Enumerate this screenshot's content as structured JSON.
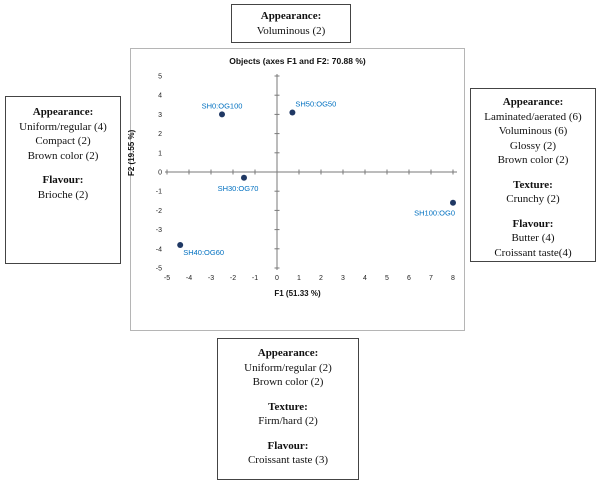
{
  "chart_data": {
    "type": "scatter",
    "title": "Objects (axes F1 and F2: 70.88 %)",
    "xlabel": "F1 (51.33 %)",
    "ylabel": "F2 (19.55 %)",
    "xlim": [
      -5,
      8
    ],
    "ylim": [
      -5,
      5
    ],
    "x_ticks": [
      -5,
      -4,
      -3,
      -2,
      -1,
      0,
      1,
      2,
      3,
      4,
      5,
      6,
      7,
      8
    ],
    "y_ticks": [
      -5,
      -4,
      -3,
      -2,
      -1,
      0,
      1,
      2,
      3,
      4,
      5
    ],
    "grid": false,
    "point_color": "#1F3864",
    "label_color": "#0070C0",
    "axis_color": "#7a7a7a",
    "points": [
      {
        "label": "SH0:OG100",
        "x": -2.5,
        "y": 3.0,
        "anchor": "middle",
        "dx": 0,
        "dy": -6
      },
      {
        "label": "SH50:OG50",
        "x": 0.7,
        "y": 3.1,
        "anchor": "start",
        "dx": 3,
        "dy": -6
      },
      {
        "label": "SH30:OG70",
        "x": -1.5,
        "y": -0.3,
        "anchor": "middle",
        "dx": -6,
        "dy": 13
      },
      {
        "label": "SH100:OG0",
        "x": 8.0,
        "y": -1.6,
        "anchor": "end",
        "dx": 2,
        "dy": 13
      },
      {
        "label": "SH40:OG60",
        "x": -4.4,
        "y": -3.8,
        "anchor": "start",
        "dx": 3,
        "dy": 10
      }
    ]
  },
  "boxes": {
    "top": {
      "sections": [
        {
          "heading": "Appearance:",
          "items": [
            "Voluminous (2)"
          ]
        }
      ]
    },
    "left": {
      "sections": [
        {
          "heading": "Appearance:",
          "items": [
            "Uniform/regular (4)",
            "Compact (2)",
            "Brown color (2)"
          ]
        },
        {
          "heading": "Flavour:",
          "items": [
            "Brioche (2)"
          ]
        }
      ]
    },
    "right": {
      "sections": [
        {
          "heading": "Appearance:",
          "items": [
            "Laminated/aerated (6)",
            "Voluminous (6)",
            "Glossy (2)",
            "Brown color (2)"
          ]
        },
        {
          "heading": "Texture:",
          "items": [
            "Crunchy (2)"
          ]
        },
        {
          "heading": "Flavour:",
          "items": [
            "Butter (4)",
            "Croissant taste(4)"
          ]
        }
      ]
    },
    "bottom": {
      "sections": [
        {
          "heading": "Appearance:",
          "items": [
            "Uniform/regular (2)",
            "Brown color (2)"
          ]
        },
        {
          "heading": "Texture:",
          "items": [
            "Firm/hard (2)"
          ]
        },
        {
          "heading": "Flavour:",
          "items": [
            "Croissant taste (3)"
          ]
        }
      ]
    }
  }
}
